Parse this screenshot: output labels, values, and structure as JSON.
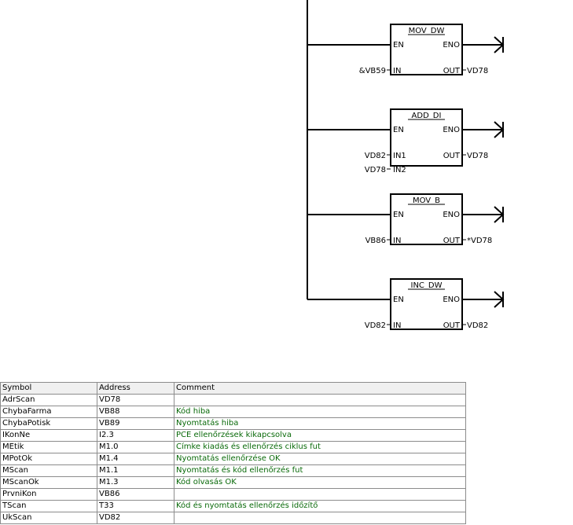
{
  "blocks": [
    {
      "title": "MOV_DW",
      "en": "EN",
      "eno": "ENO",
      "out_pin": "OUT",
      "out_val": "VD78",
      "inputs": [
        {
          "pin": "IN",
          "val": "&VB59"
        }
      ]
    },
    {
      "title": "ADD_DI",
      "en": "EN",
      "eno": "ENO",
      "out_pin": "OUT",
      "out_val": "VD78",
      "inputs": [
        {
          "pin": "IN1",
          "val": "VD82"
        },
        {
          "pin": "IN2",
          "val": "VD78"
        }
      ]
    },
    {
      "title": "MOV_B",
      "en": "EN",
      "eno": "ENO",
      "out_pin": "OUT",
      "out_val": "*VD78",
      "inputs": [
        {
          "pin": "IN",
          "val": "VB86"
        }
      ]
    },
    {
      "title": "INC_DW",
      "en": "EN",
      "eno": "ENO",
      "out_pin": "OUT",
      "out_val": "VD82",
      "inputs": [
        {
          "pin": "IN",
          "val": "VD82"
        }
      ]
    }
  ],
  "symbol_table": {
    "headers": [
      "Symbol",
      "Address",
      "Comment"
    ],
    "rows": [
      [
        "AdrScan",
        "VD78",
        ""
      ],
      [
        "ChybaFarma",
        "VB88",
        "Kód hiba"
      ],
      [
        "ChybaPotisk",
        "VB89",
        "Nyomtatás hiba"
      ],
      [
        "IKonNe",
        "I2.3",
        "PCE ellenőrzések kikapcsolva"
      ],
      [
        "MEtik",
        "M1.0",
        "Címke kiadás és ellenőrzés ciklus fut"
      ],
      [
        "MPotOk",
        "M1.4",
        "Nyomtatás ellenőrzése OK"
      ],
      [
        "MScan",
        "M1.1",
        "Nyomtatás és kód ellenőrzés fut"
      ],
      [
        "MScanOk",
        "M1.3",
        "Kód olvasás OK"
      ],
      [
        "PrvniKon",
        "VB86",
        ""
      ],
      [
        "TScan",
        "T33",
        "Kód és nyomtatás ellenőrzés időzítő"
      ],
      [
        "UkScan",
        "VD82",
        ""
      ]
    ]
  }
}
